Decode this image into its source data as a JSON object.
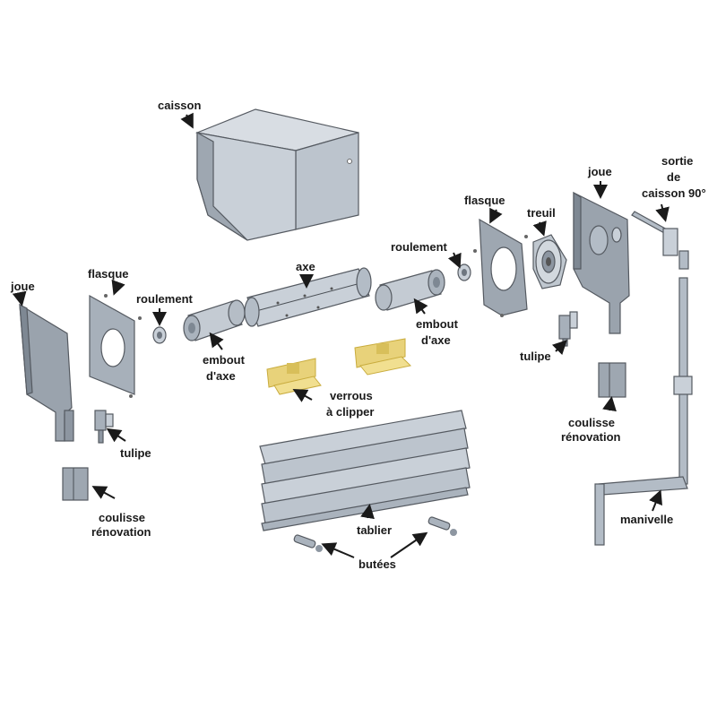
{
  "labels": {
    "caisson": "caisson",
    "joue_left": "joue",
    "flasque_left": "flasque",
    "roulement_left": "roulement",
    "axe": "axe",
    "embout_left_1": "embout",
    "embout_left_2": "d'axe",
    "verrous_1": "verrous",
    "verrous_2": "à clipper",
    "tulipe_left": "tulipe",
    "coulisse_left_1": "coulisse",
    "coulisse_left_2": "rénovation",
    "tablier": "tablier",
    "butees": "butées",
    "roulement_right": "roulement",
    "embout_right_1": "embout",
    "embout_right_2": "d'axe",
    "flasque_right": "flasque",
    "treuil": "treuil",
    "joue_right": "joue",
    "sortie_1": "sortie",
    "sortie_2": "de",
    "sortie_3": "caisson 90°",
    "tulipe_right": "tulipe",
    "coulisse_right_1": "coulisse",
    "coulisse_right_2": "rénovation",
    "manivelle": "manivelle"
  },
  "colors": {
    "metal_light": "#c9d0d8",
    "metal_mid": "#aab3bd",
    "metal_dark": "#8d96a1",
    "brass": "#e8d27a",
    "brass_dark": "#c9ac3e",
    "text": "#1a1a1a"
  }
}
